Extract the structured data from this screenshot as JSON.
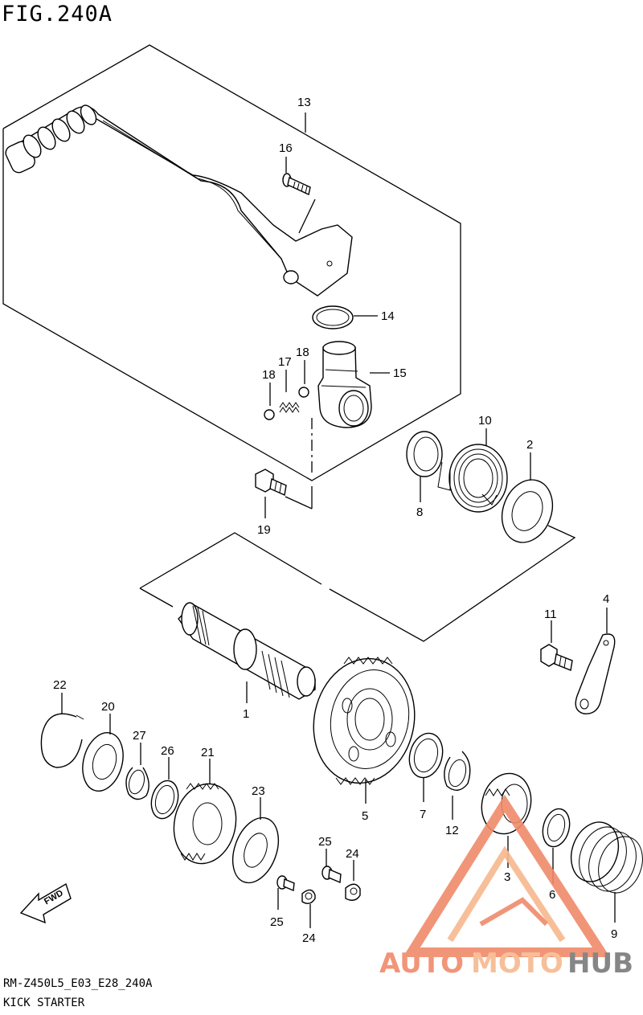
{
  "figure": {
    "title": "FIG.240A",
    "code": "RM-Z450L5_E03_E28_240A",
    "name": "KICK STARTER"
  },
  "fwd_label": "FWD",
  "watermark": {
    "part1": "AUTO",
    "part2": "MOTO",
    "part3": "HUB",
    "color_primary": "#f08a6a",
    "color_secondary": "#7a7a7a",
    "color_accent": "#f7b98f"
  },
  "callouts": {
    "p1": "1",
    "p2": "2",
    "p3": "3",
    "p4": "4",
    "p5": "5",
    "p6": "6",
    "p7": "7",
    "p8": "8",
    "p9": "9",
    "p10": "10",
    "p11": "11",
    "p12": "12",
    "p13": "13",
    "p14": "14",
    "p15": "15",
    "p16": "16",
    "p17": "17",
    "p18a": "18",
    "p18b": "18",
    "p19": "19",
    "p20": "20",
    "p21": "21",
    "p22": "22",
    "p23": "23",
    "p24a": "24",
    "p24b": "24",
    "p25a": "25",
    "p25b": "25",
    "p26": "26",
    "p27": "27"
  }
}
